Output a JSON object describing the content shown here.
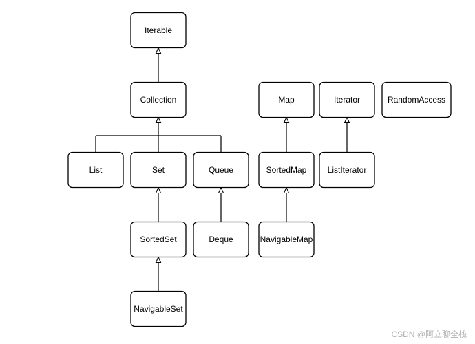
{
  "diagram": {
    "nodes": [
      {
        "id": "iterable",
        "label": "Iterable"
      },
      {
        "id": "collection",
        "label": "Collection"
      },
      {
        "id": "map",
        "label": "Map"
      },
      {
        "id": "iterator",
        "label": "Iterator"
      },
      {
        "id": "randomaccess",
        "label": "RandomAccess"
      },
      {
        "id": "list",
        "label": "List"
      },
      {
        "id": "set",
        "label": "Set"
      },
      {
        "id": "queue",
        "label": "Queue"
      },
      {
        "id": "sortedmap",
        "label": "SortedMap"
      },
      {
        "id": "listiterator",
        "label": "ListIterator"
      },
      {
        "id": "sortedset",
        "label": "SortedSet"
      },
      {
        "id": "deque",
        "label": "Deque"
      },
      {
        "id": "navigablemap",
        "label": "NavigableMap"
      },
      {
        "id": "navigableset",
        "label": "NavigableSet"
      }
    ],
    "edges": [
      {
        "from": "collection",
        "to": "iterable"
      },
      {
        "from": "list",
        "to": "collection"
      },
      {
        "from": "set",
        "to": "collection"
      },
      {
        "from": "queue",
        "to": "collection"
      },
      {
        "from": "sortedset",
        "to": "set"
      },
      {
        "from": "navigableset",
        "to": "sortedset"
      },
      {
        "from": "deque",
        "to": "queue"
      },
      {
        "from": "sortedmap",
        "to": "map"
      },
      {
        "from": "navigablemap",
        "to": "sortedmap"
      },
      {
        "from": "listiterator",
        "to": "iterator"
      }
    ]
  },
  "watermark": "CSDN @阿立聊全栈"
}
